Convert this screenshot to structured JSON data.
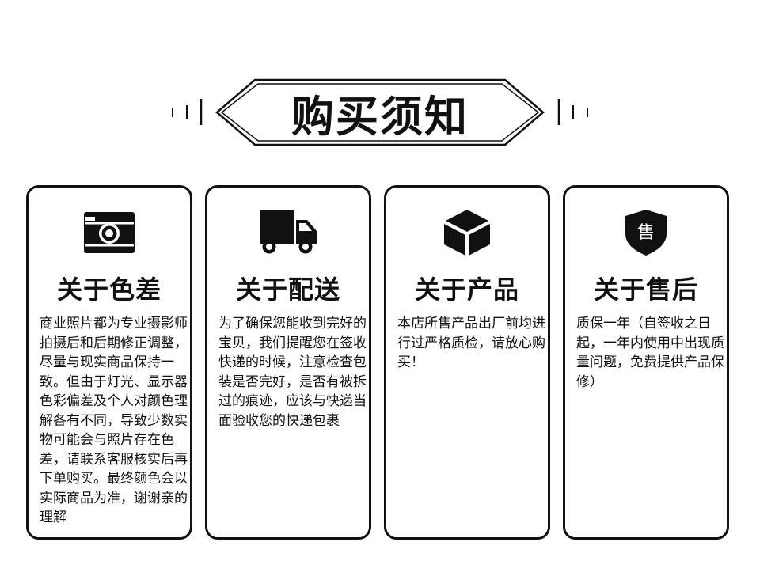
{
  "header": {
    "title": "购买须知"
  },
  "cards": [
    {
      "icon": "camera-icon",
      "title": "关于色差",
      "body": "商业照片都为专业摄影师拍摄后和后期修正调整，尽量与现实商品保持一致。但由于灯光、显示器色彩偏差及个人对颜色理解各有不同，导致少数实物可能会与照片存在色差，请联系客服核实后再下单购买。最终颜色会以实际商品为准，谢谢亲的理解"
    },
    {
      "icon": "delivery-truck-icon",
      "title": "关于配送",
      "body": "为了确保您能收到完好的宝贝，我们提醒您在签收快递的时候，注意检查包装是否完好，是否有被拆过的痕迹，应该与快递当面验收您的快递包裹"
    },
    {
      "icon": "cube-icon",
      "title": "关于产品",
      "body": "本店所售产品出厂前均进行过严格质检，请放心购买！"
    },
    {
      "icon": "shield-icon",
      "title": "关于售后",
      "badge": "售",
      "body": "质保一年（自签收之日起，一年内使用中出现质量问题，免费提供产品保修）"
    }
  ]
}
